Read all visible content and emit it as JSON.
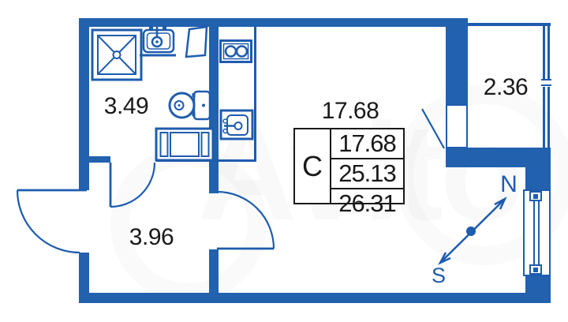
{
  "plan": {
    "rooms": [
      {
        "id": "bathroom",
        "area_label": "3.49"
      },
      {
        "id": "hallway",
        "area_label": "3.96"
      },
      {
        "id": "main-room",
        "area_label": "17.68"
      },
      {
        "id": "balcony",
        "area_label": "2.36"
      }
    ],
    "area_table": {
      "type_label": "С",
      "rows": [
        "17.68",
        "25.13",
        "26.31"
      ]
    },
    "compass": {
      "north_label": "N",
      "south_label": "S"
    },
    "fixtures": [
      "shower",
      "bathroom-sink",
      "door-leaf",
      "toilet",
      "washing-machine",
      "stove",
      "kitchen-sink"
    ],
    "watermark": "Avito",
    "colors": {
      "wall": "#2161ae",
      "fixture": "#1e5cae",
      "compass": "#1e5cae",
      "text": "#191919",
      "table_border": "#191919"
    }
  }
}
